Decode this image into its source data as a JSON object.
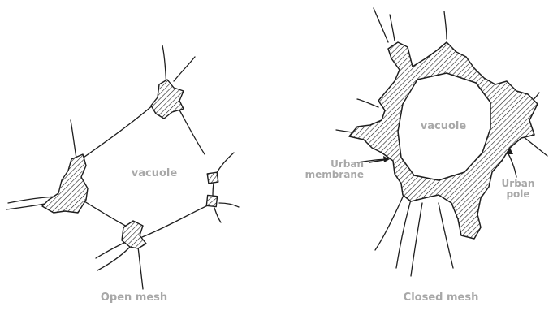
{
  "panels": {
    "left": {
      "center_label": "vacuole",
      "caption": "Open mesh"
    },
    "right": {
      "center_label": "vacuole",
      "caption": "Closed mesh",
      "membrane_label": [
        "Urban",
        "membrane"
      ],
      "pole_label": [
        "Urban",
        "pole"
      ]
    }
  },
  "colors": {
    "ink": "#1e1e1e",
    "label": "#a8a8a8",
    "background": "#ffffff"
  }
}
